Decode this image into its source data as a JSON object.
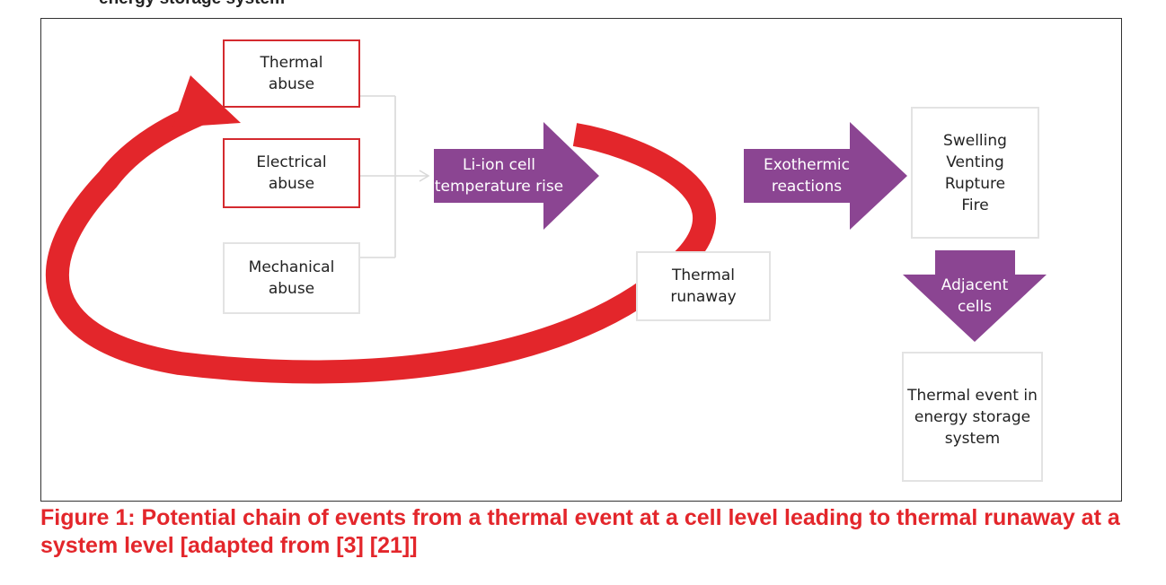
{
  "top_clipped_text": "energy storage system",
  "boxes": {
    "thermal_abuse": "Thermal\nabuse",
    "electrical_abuse": "Electrical\nabuse",
    "mechanical_abuse": "Mechanical\nabuse",
    "thermal_runaway": "Thermal\nrunaway",
    "outcomes": "Swelling\nVenting\nRupture\nFire",
    "thermal_event": "Thermal event in\nenergy storage\nsystem"
  },
  "arrows": {
    "temperature_rise": "Li-ion cell\ntemperature rise",
    "exothermic": "Exothermic\nreactions",
    "adjacent": "Adjacent\ncells"
  },
  "colors": {
    "loop_red": "#e3262b",
    "box_red": "#d42a2f",
    "arrow_purple": "#8b4592",
    "box_grey": "#e3e3e3",
    "caption_red": "#e3262b"
  },
  "caption": "Figure 1: Potential chain of events from a thermal event at a cell level leading to thermal runaway at a system level [adapted from [3] [21]]"
}
